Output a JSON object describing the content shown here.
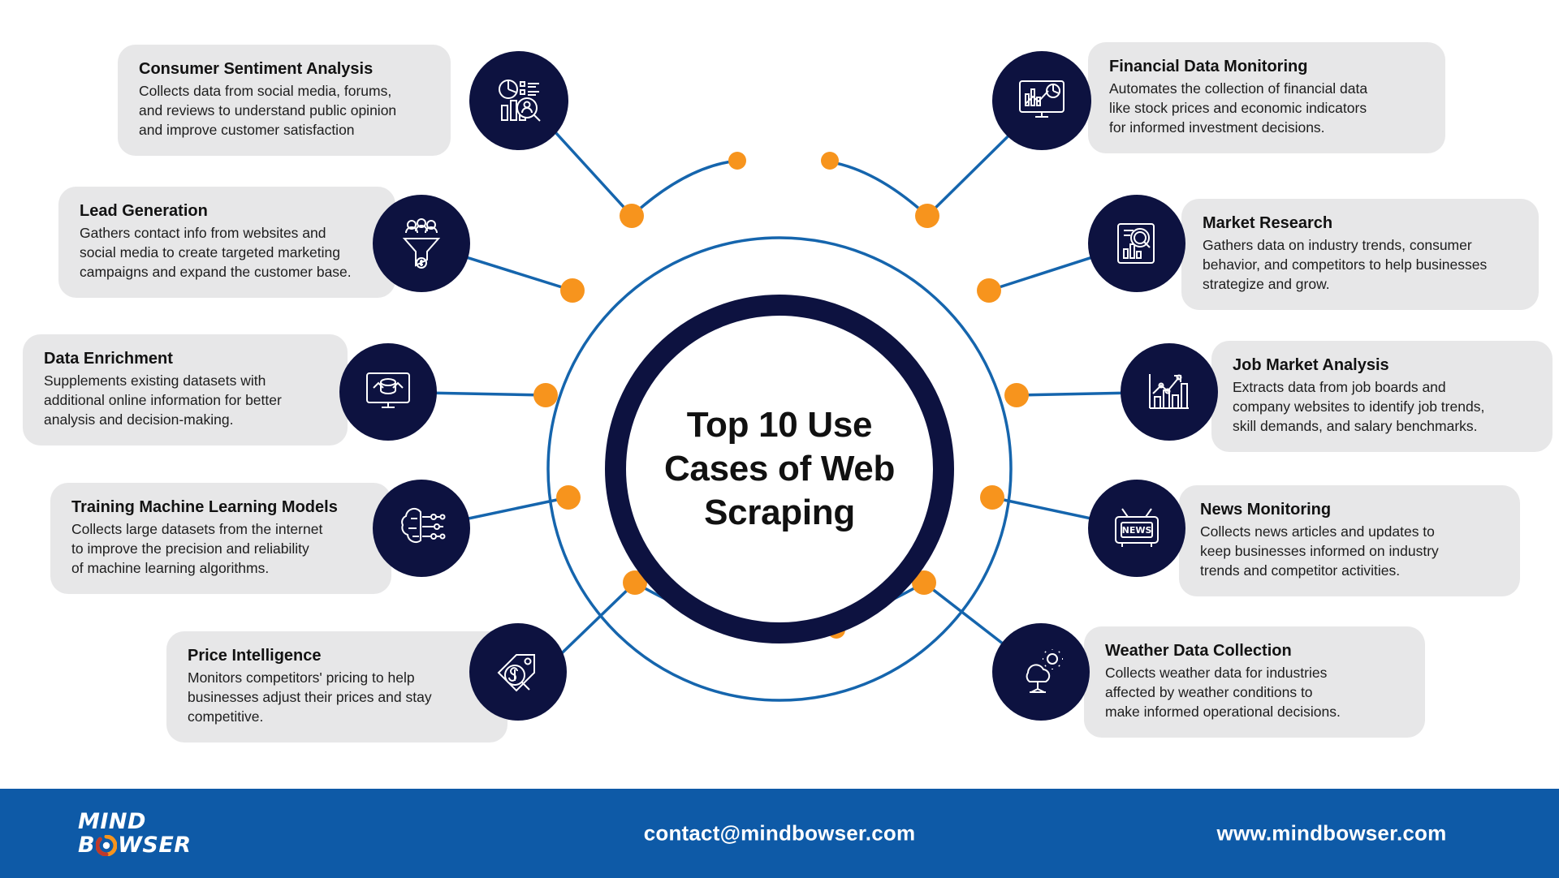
{
  "center": {
    "title": "Top 10 Use\nCases of Web\nScraping",
    "ring_color": "#0d1240"
  },
  "theme": {
    "bubble_navy": "#0d1240",
    "card_grey": "#e7e7e8",
    "wire_blue": "#1565ad",
    "dot_orange": "#f7941d",
    "footer_blue": "#0e5aa7"
  },
  "cards": [
    {
      "id": "consumer-sentiment-analysis",
      "side": "left",
      "title": "Consumer Sentiment Analysis",
      "desc": "Collects data from social media, forums,\nand reviews to understand public opinion\nand improve customer satisfaction",
      "icon": "pie-chart-person-search-icon"
    },
    {
      "id": "lead-generation",
      "side": "left",
      "title": "Lead Generation",
      "desc": "Gathers contact info from websites and\nsocial media to create targeted marketing\ncampaigns and expand the customer base.",
      "icon": "lead-funnel-icon"
    },
    {
      "id": "data-enrichment",
      "side": "left",
      "title": "Data Enrichment",
      "desc": "Supplements existing datasets with\nadditional online information for better\nanalysis and decision-making.",
      "icon": "database-monitor-icon"
    },
    {
      "id": "training-machine-learning-models",
      "side": "left",
      "title": "Training Machine Learning Models",
      "desc": "Collects large datasets from the internet\nto improve the precision and reliability\nof machine learning algorithms.",
      "icon": "brain-circuit-icon"
    },
    {
      "id": "price-intelligence",
      "side": "left",
      "title": "Price Intelligence",
      "desc": "Monitors competitors' pricing to help\nbusinesses adjust their prices and stay\ncompetitive.",
      "icon": "price-tag-magnifier-icon"
    },
    {
      "id": "financial-data-monitoring",
      "side": "right",
      "title": "Financial Data Monitoring",
      "desc": "Automates the collection of financial data\nlike stock prices and economic indicators\nfor informed investment decisions.",
      "icon": "monitor-stock-chart-icon"
    },
    {
      "id": "market-research",
      "side": "right",
      "title": "Market Research",
      "desc": "Gathers data on industry trends, consumer\nbehavior, and competitors to help businesses\nstrategize and grow.",
      "icon": "document-magnifier-chart-icon"
    },
    {
      "id": "job-market-analysis",
      "side": "right",
      "title": "Job Market Analysis",
      "desc": "Extracts data from job boards and\ncompany websites to identify job trends,\nskill demands, and salary benchmarks.",
      "icon": "growth-bar-chart-icon"
    },
    {
      "id": "news-monitoring",
      "side": "right",
      "title": "News Monitoring",
      "desc": "Collects news articles and updates to\nkeep businesses informed on industry\ntrends and competitor activities.",
      "icon": "news-tv-icon"
    },
    {
      "id": "weather-data-collection",
      "side": "right",
      "title": "Weather Data Collection",
      "desc": "Collects weather data for industries\naffected by weather conditions to\nmake informed operational decisions.",
      "icon": "weather-cloud-sun-icon"
    }
  ],
  "footer": {
    "logo_line1": "MIND",
    "logo_b": "B",
    "logo_wser": "WSER",
    "email": "contact@mindbowser.com",
    "website": "www.mindbowser.com"
  }
}
